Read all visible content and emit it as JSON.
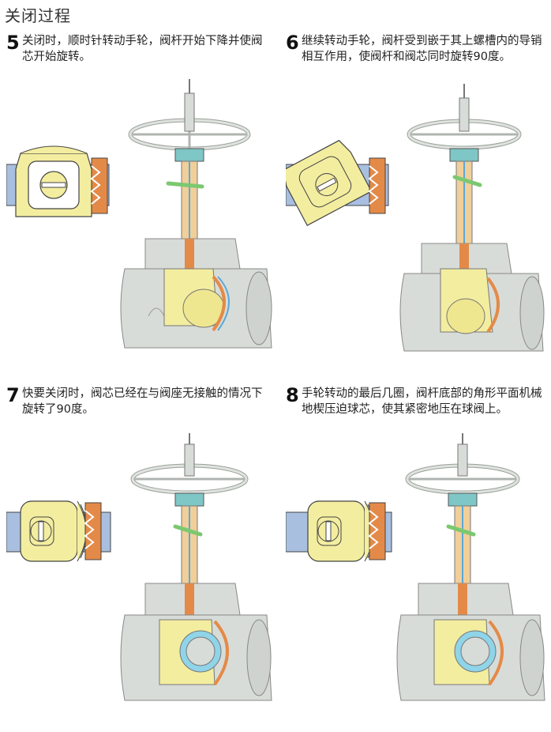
{
  "page": {
    "title": "关闭过程"
  },
  "steps": [
    {
      "number": "5",
      "text": "关闭时，顺时针转动手轮，阀杆开始下降并使阀芯开始旋转。"
    },
    {
      "number": "6",
      "text": "继续转动手轮，阀杆受到嵌于其上螺槽内的导销相互作用，使阀杆和阀芯同时旋转90度。"
    },
    {
      "number": "7",
      "text": "快要关闭时，阀芯已经在与阀座无接触的情况下旋转了90度。"
    },
    {
      "number": "8",
      "text": "手轮转动的最后几圈，阀杆底部的角形平面机械地楔压迫球芯，使其紧密地压在球阀上。"
    }
  ],
  "colors": {
    "pipe": "#a9bfe0",
    "plug": "#f3eda0",
    "stem": "#f0cf9a",
    "body": "#d8dcd8",
    "seat": "#e48a48",
    "guide": "#7cc870",
    "handwheel": "#dfe3df"
  }
}
